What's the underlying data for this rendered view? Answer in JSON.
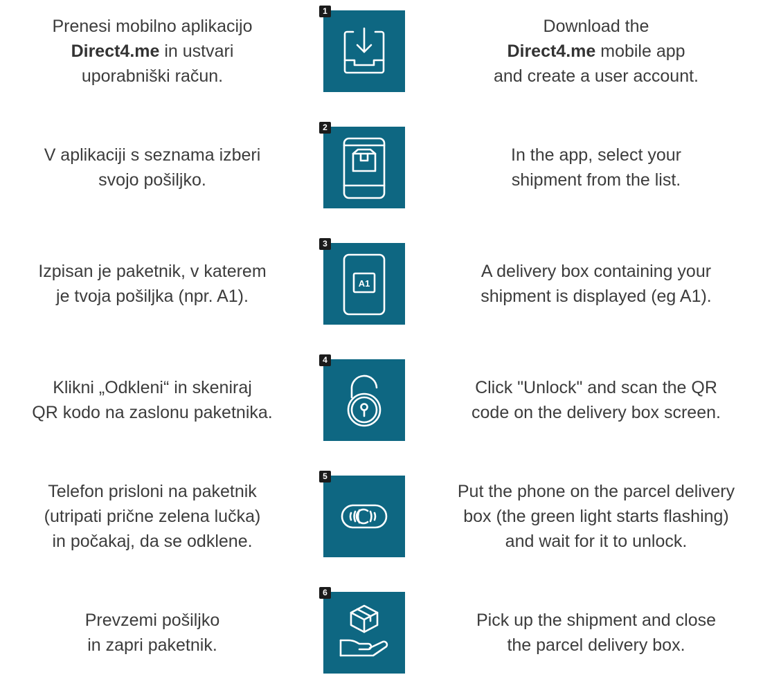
{
  "colors": {
    "tile": "#0e6782",
    "badge": "#1b1b1b",
    "text": "#3c3c3c"
  },
  "steps": [
    {
      "number": "1",
      "icon": "download-tray-icon",
      "sl_pre": "Prenesi mobilno aplikacijo\n",
      "sl_bold": "Direct4.me",
      "sl_post": " in ustvari\nuporabniški račun.",
      "en_pre": "Download the\n",
      "en_bold": "Direct4.me",
      "en_post": " mobile app\nand create a user account."
    },
    {
      "number": "2",
      "icon": "phone-parcel-list-icon",
      "sl": "V aplikaciji s seznama izberi\nsvojo pošiljko.",
      "en": "In the app, select your\nshipment from the list."
    },
    {
      "number": "3",
      "icon": "delivery-box-display-icon",
      "icon_label": "A1",
      "sl": "Izpisan je paketnik, v katerem\nje tvoja pošiljka (npr. A1).",
      "en": "A delivery box containing your\nshipment is displayed (eg A1)."
    },
    {
      "number": "4",
      "icon": "unlocked-padlock-icon",
      "sl": "Klikni „Odkleni“ in skeniraj\nQR kodo na zaslonu paketnika.",
      "en": "Click \"Unlock\" and scan the QR\ncode on the delivery box screen."
    },
    {
      "number": "5",
      "icon": "contactless-signal-icon",
      "sl": "Telefon prisloni na paketnik\n(utripati prične zelena lučka)\nin počakaj, da se odklene.",
      "en": "Put the phone on the parcel delivery\nbox (the green light starts flashing)\nand wait for it to unlock."
    },
    {
      "number": "6",
      "icon": "hand-holding-parcel-icon",
      "sl": "Prevzemi pošiljko\nin zapri paketnik.",
      "en": "Pick up the shipment and close\nthe parcel delivery box."
    }
  ]
}
